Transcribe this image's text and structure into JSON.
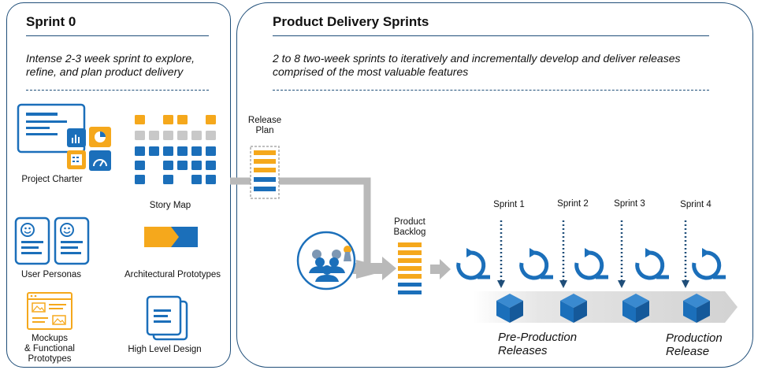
{
  "colors": {
    "navy": "#1f4e79",
    "blue": "#1b6fba",
    "orange": "#f5a81c",
    "gray": "#c8c8c8",
    "arrow_gray": "#b9b9b9"
  },
  "sprint0": {
    "title": "Sprint 0",
    "description_line1": "Intense 2-3 week sprint to explore,",
    "description_line2": "refine, and plan product delivery",
    "artifacts": {
      "project_charter": "Project Charter",
      "story_map": "Story Map",
      "user_personas": "User Personas",
      "architectural_prototypes": "Architectural Prototypes",
      "mockups_line1": "Mockups",
      "mockups_line2": "& Functional",
      "mockups_line3": "Prototypes",
      "high_level_design": "High Level Design"
    }
  },
  "delivery": {
    "title": "Product Delivery Sprints",
    "description_line1": "2 to 8 two-week  sprints to iteratively and incrementally develop and deliver releases",
    "description_line2": "comprised of the most valuable features",
    "release_plan_line1": "Release",
    "release_plan_line2": "Plan",
    "product_backlog_line1": "Product",
    "product_backlog_line2": "Backlog",
    "sprints": [
      "Sprint 1",
      "Sprint 2",
      "Sprint 3",
      "Sprint 4"
    ],
    "pre_production_line1": "Pre-Production",
    "pre_production_line2": "Releases",
    "production_line1": "Production",
    "production_line2": "Release"
  },
  "icons": [
    "charter-icon",
    "story-map-icon",
    "persona-icon",
    "architecture-icon",
    "mockup-icon",
    "document-icon",
    "team-icon",
    "sprint-cycle-icon",
    "release-cube-icon",
    "release-plan-icon",
    "backlog-icon"
  ]
}
